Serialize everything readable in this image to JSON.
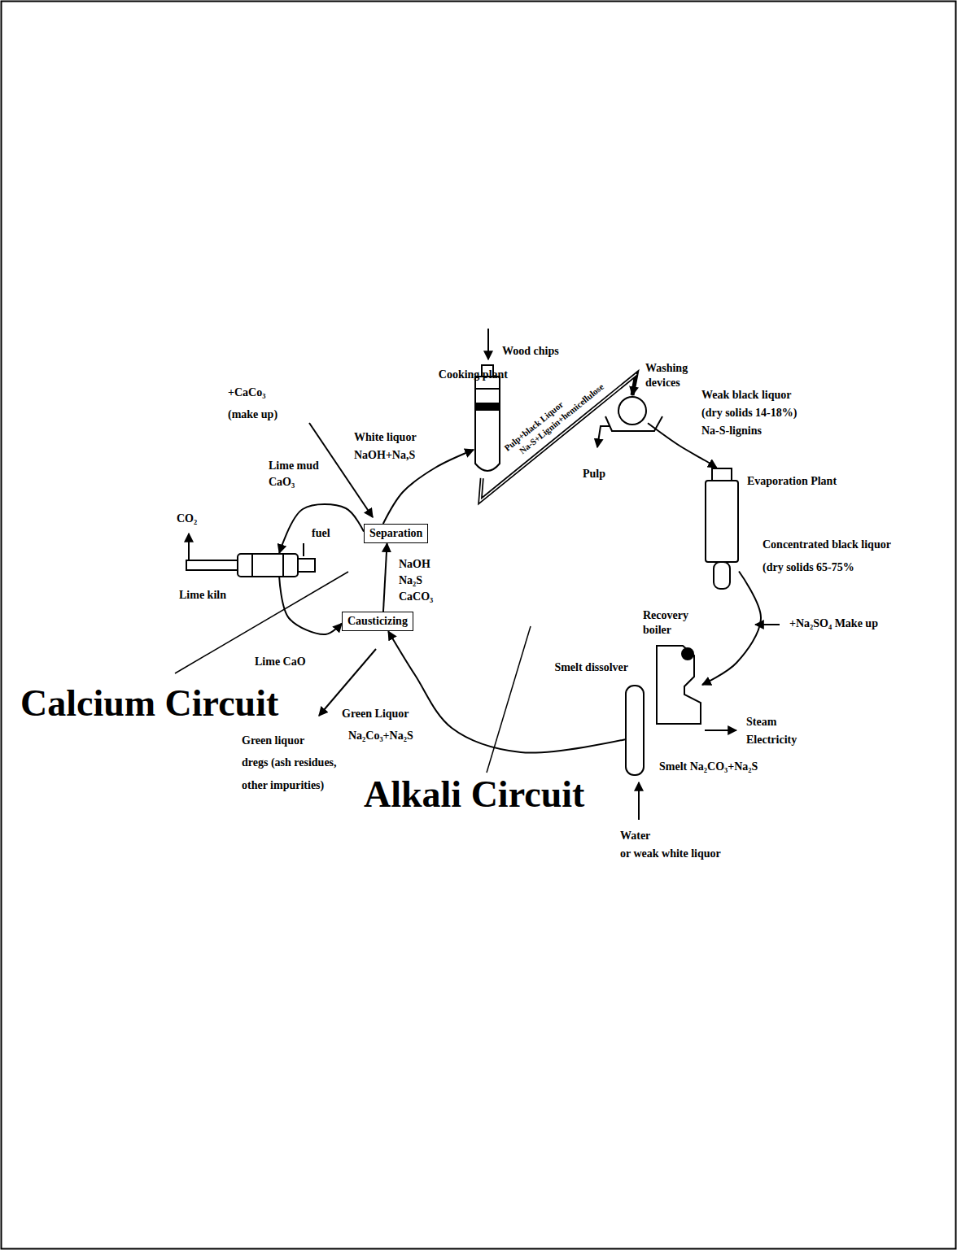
{
  "diagram": {
    "nodes": [
      {
        "text": [
          "Cooking plant"
        ]
      },
      {
        "text": [
          "Washing devices"
        ]
      },
      {
        "text": [
          "Evaporation Plant"
        ]
      },
      {
        "text": [
          "Recovery boiler"
        ]
      },
      {
        "text": [
          "Smelt dissolver"
        ]
      },
      {
        "text": [
          "Separation"
        ]
      },
      {
        "text": [
          "Lime kiln"
        ]
      },
      {
        "text": [
          "Causticizing"
        ]
      }
    ],
    "edges": [
      {
        "from": 0,
        "to": 1,
        "arrow": "to"
      },
      {
        "from": 1,
        "to": 2,
        "arrow": "to"
      },
      {
        "from": 2,
        "to": 3,
        "arrow": "to"
      },
      {
        "from": 4,
        "to": 7,
        "arrow": "to"
      },
      {
        "from": 7,
        "to": 5,
        "arrow": "to"
      },
      {
        "from": 5,
        "to": 0,
        "arrow": "to"
      },
      {
        "from": 5,
        "to": 6,
        "arrow": "to"
      },
      {
        "from": 6,
        "to": 7,
        "arrow": "to"
      }
    ],
    "labels": [
      "+CaCo₃",
      "(make up)",
      "White liquor",
      "NaOH+Na,S",
      "Lime mud",
      "CaO₃",
      "CO₂",
      "fuel",
      "NaOH",
      "Na₂S",
      "CaCO₃",
      "Lime CaO",
      "Calcium Circuit",
      "Green Liquor",
      "Na₂Co₃+Na₂S",
      "Green liquor",
      "dregs (ash residues,",
      "other impurities)",
      "Alkali Circuit",
      "Wood chips",
      "Pulp+black Liquor",
      "Na-S+Lignin+hemicellulose",
      "Pulp",
      "Weak black liquor",
      "(dry solids 14-18%)",
      "Na-S-lignins",
      "Concentrated black liquor",
      "(dry solids 65-75%",
      "+Na₂SO₄ Make up",
      "Steam",
      "Electricity",
      "Smelt Na₂CO₃+Na₂S",
      "Water",
      "or weak white liquor"
    ]
  }
}
